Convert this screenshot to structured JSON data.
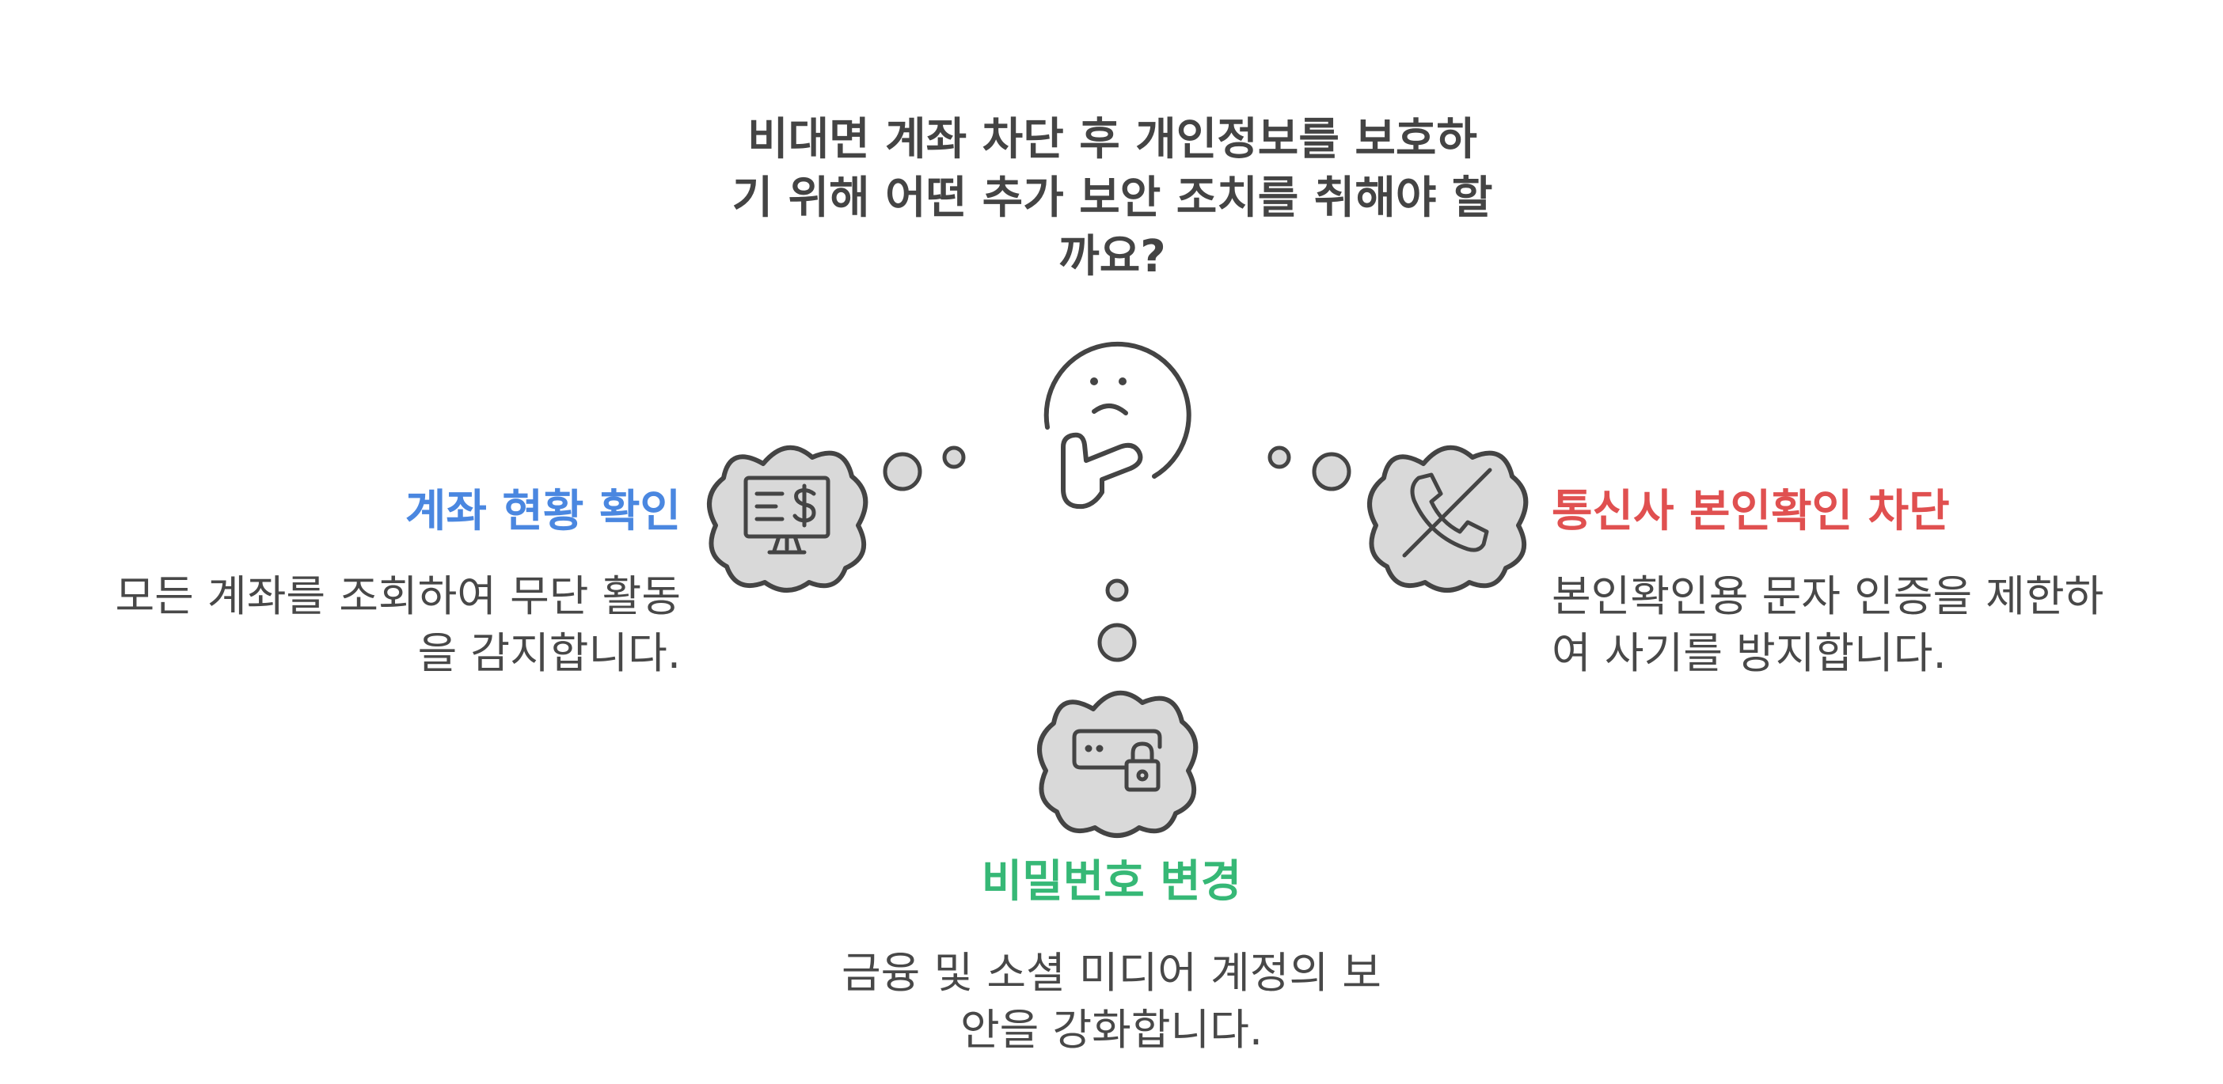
{
  "title": "비대면 계좌 차단 후 개인정보를 보호하\n기 위해 어떤 추가 보안 조치를 취해야 할\n까요?",
  "options": {
    "left": {
      "heading": "계좌 현황 확인",
      "description": "모든 계좌를 조회하여 무단 활동\n을 감지합니다.",
      "color": "#4A87E0",
      "icon": "monitor-dollar-icon"
    },
    "right": {
      "heading": "통신사 본인확인 차단",
      "description": "본인확인용 문자 인증을 제한하\n여 사기를 방지합니다.",
      "color": "#E05050",
      "icon": "phone-blocked-icon"
    },
    "bottom": {
      "heading": "비밀번호 변경",
      "description": "금융 및 소셜 미디어 계정의 보\n안을 강화합니다.",
      "color": "#36B876",
      "icon": "password-lock-icon"
    }
  },
  "colors": {
    "cloud_fill": "#D9D9D9",
    "stroke": "#444444",
    "text": "#484848"
  },
  "center_icon": "thinking-face-icon"
}
